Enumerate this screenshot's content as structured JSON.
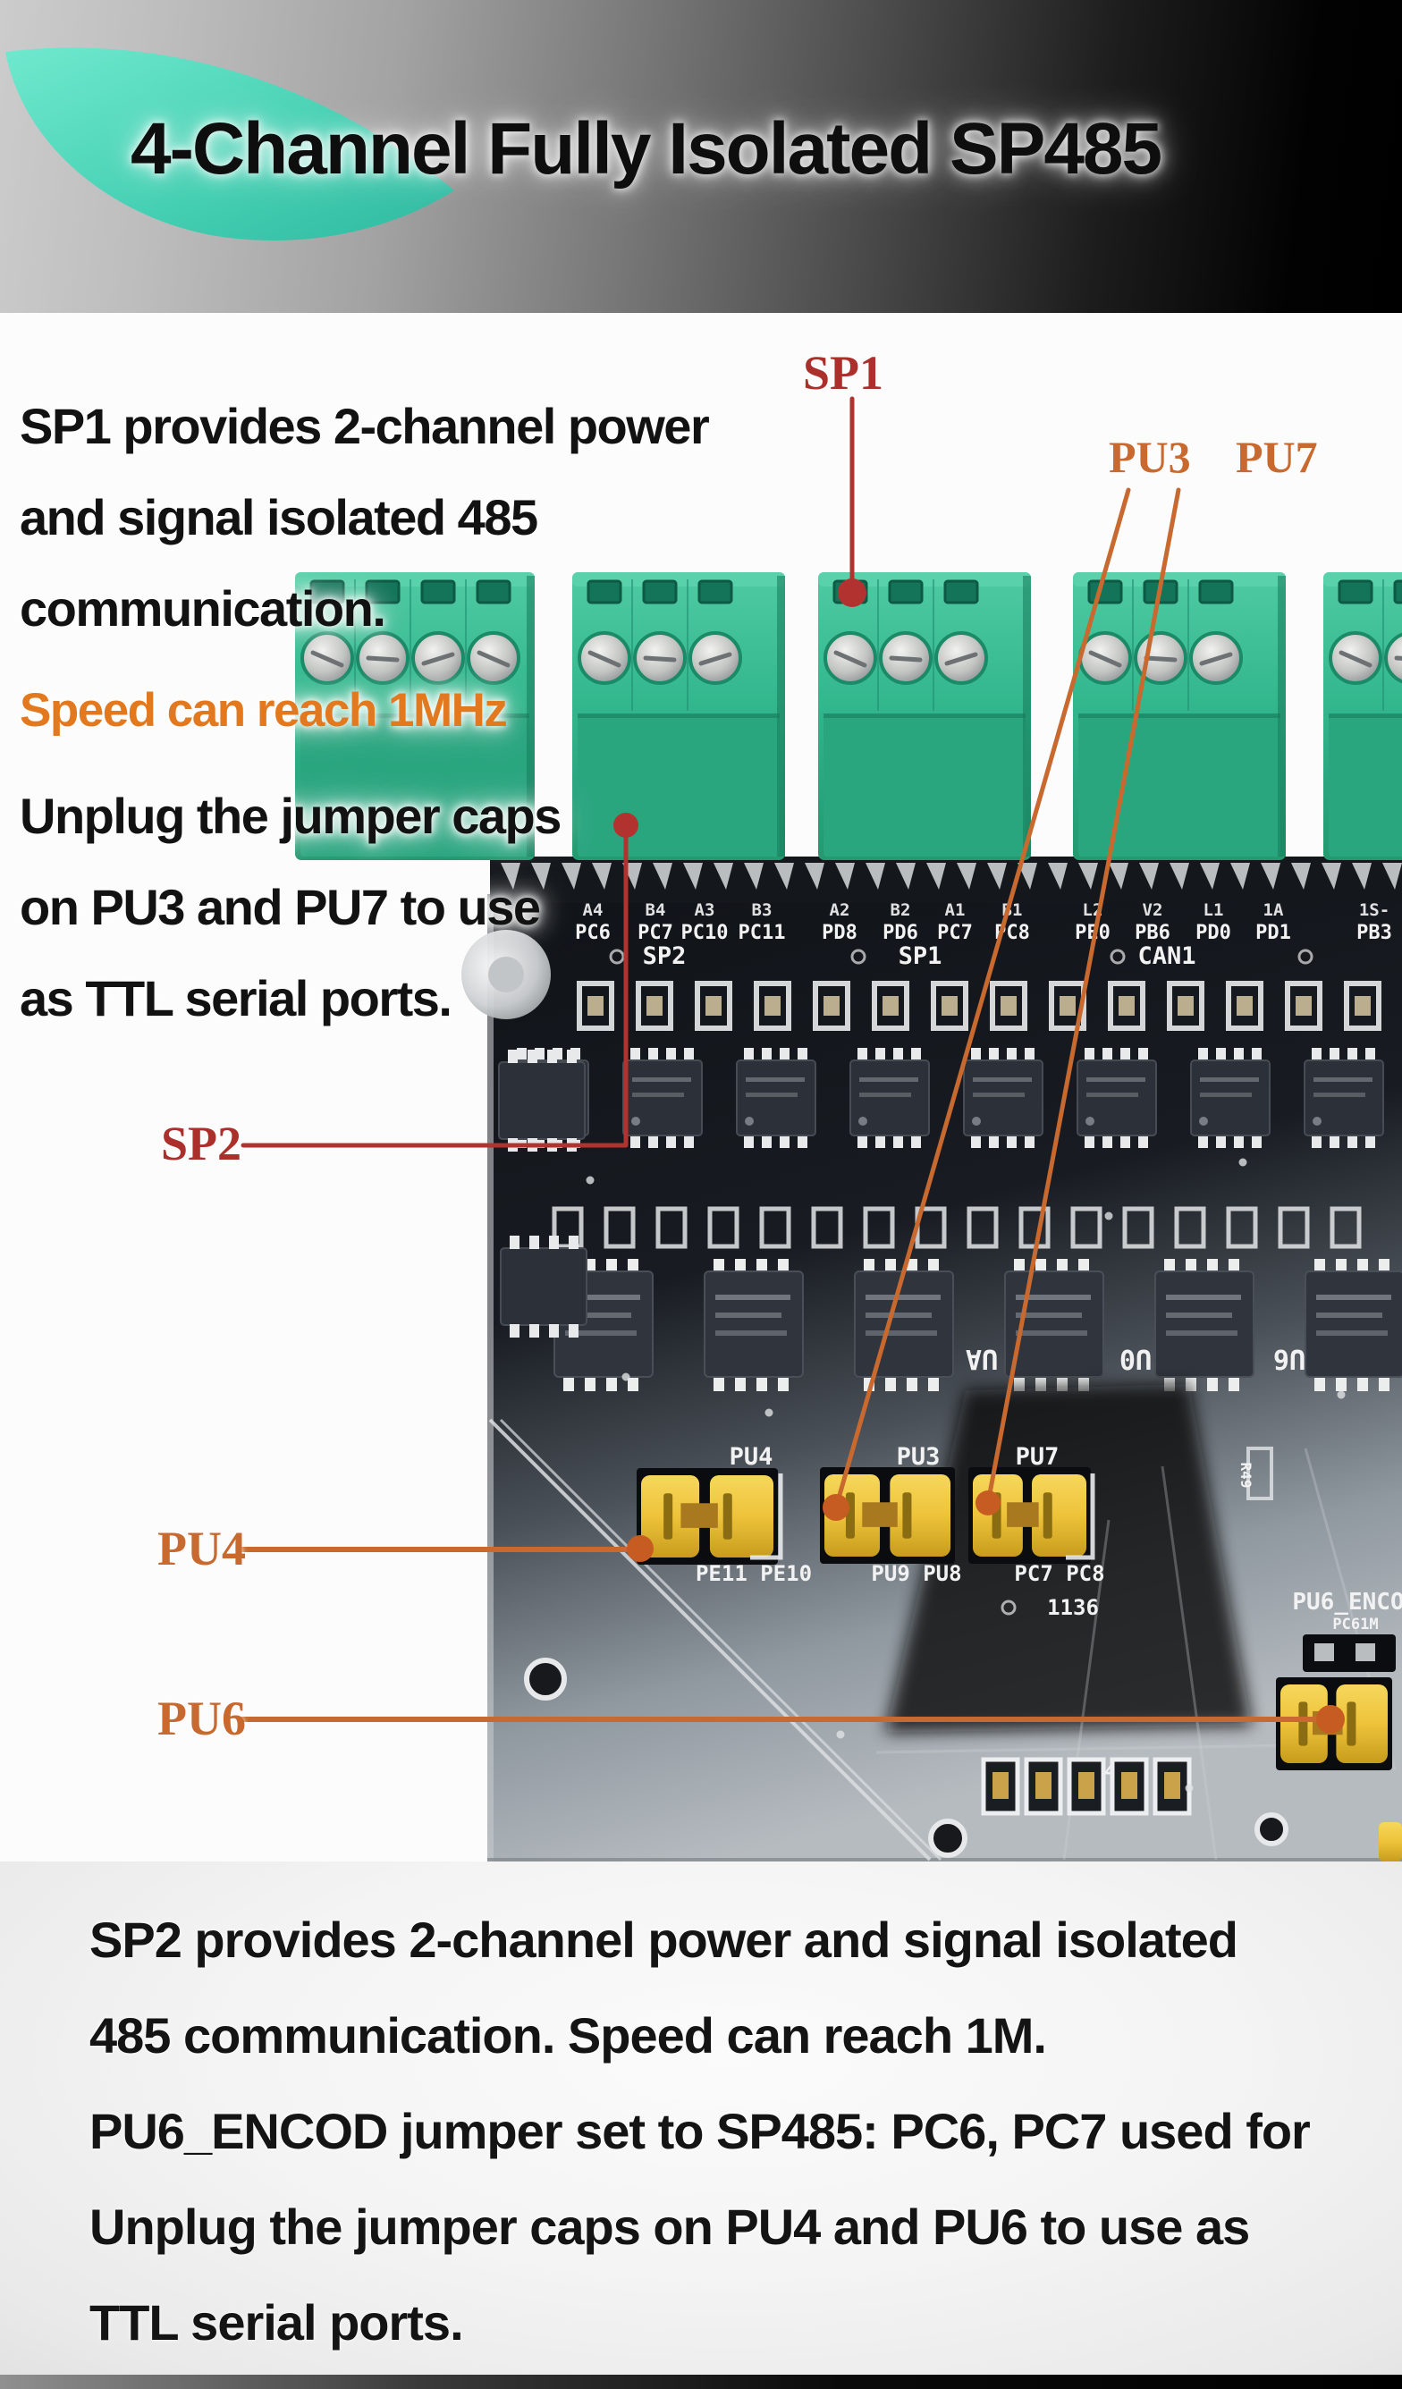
{
  "header": {
    "title": "4-Channel Fully Isolated SP485",
    "accent_color": "#45d8ba"
  },
  "left_text": {
    "para1": [
      "SP1 provides 2-channel power",
      "and signal isolated 485",
      "communication."
    ],
    "highlight": "Speed can reach 1MHz",
    "highlight_color": "#e2791f",
    "para2": [
      "Unplug the jumper caps",
      "on PU3 and PU7 to use",
      "as TTL serial ports."
    ]
  },
  "annotations": {
    "sp1": {
      "label": "SP1",
      "color": "#ab2f2b"
    },
    "pu3": {
      "label": "PU3",
      "color": "#c8692f"
    },
    "pu7": {
      "label": "PU7",
      "color": "#c8692f"
    },
    "sp2": {
      "label": "SP2",
      "color": "#ab2f2b"
    },
    "pu4": {
      "label": "PU4",
      "color": "#c8692f"
    },
    "pu6": {
      "label": "PU6",
      "color": "#c8692f"
    }
  },
  "bottom_text": {
    "lines": [
      "SP2 provides 2-channel power and signal isolated",
      "485 communication. Speed can reach 1M.",
      "PU6_ENCOD jumper set to SP485: PC6, PC7 used for",
      "Unplug the jumper caps on PU4 and PU6 to use as",
      "TTL serial ports."
    ]
  },
  "board": {
    "terminal_groups": [
      {
        "t": "A4",
        "b": "PC6"
      },
      {
        "t": "B4",
        "b": "PC7"
      },
      {
        "t": "A3",
        "b": "PC10"
      },
      {
        "t": "B3",
        "b": "PC11"
      },
      {
        "t": "A2",
        "b": "PD8"
      },
      {
        "t": "B2",
        "b": "PD6"
      },
      {
        "t": "A1",
        "b": "PC7"
      },
      {
        "t": "B1",
        "b": "PC8"
      },
      {
        "t": "L2",
        "b": "PE0"
      },
      {
        "t": "V2",
        "b": "PB6"
      },
      {
        "t": "L1",
        "b": "PD0"
      },
      {
        "t": "1A",
        "b": "PD1"
      },
      {
        "t": "1S-",
        "b": "PB3"
      }
    ],
    "bus_labels": [
      "SP2",
      "SP1",
      "CAN1"
    ],
    "jumpers": {
      "pu4": {
        "name": "PU4",
        "pins": "PE11 PE10"
      },
      "pu3": {
        "name": "PU3",
        "pins": "PU9 PU8"
      },
      "pu7": {
        "name": "PU7",
        "pins": "PC7 PC8",
        "code": "1136"
      },
      "pu6": {
        "name": "PU6_ENCO",
        "sub": "PC61M",
        "tag": "SP485"
      }
    },
    "chip_labels": [
      "UA",
      "U0",
      "U6"
    ],
    "misc_silk": "R49",
    "colors": {
      "terminal_green": "#33b78d",
      "jumper_yellow": "#eec33a",
      "red_line": "#b23230",
      "orange_line": "#c8692f",
      "pcb_dark": "#13161b",
      "pcb_light": "#aeb4ba"
    }
  }
}
